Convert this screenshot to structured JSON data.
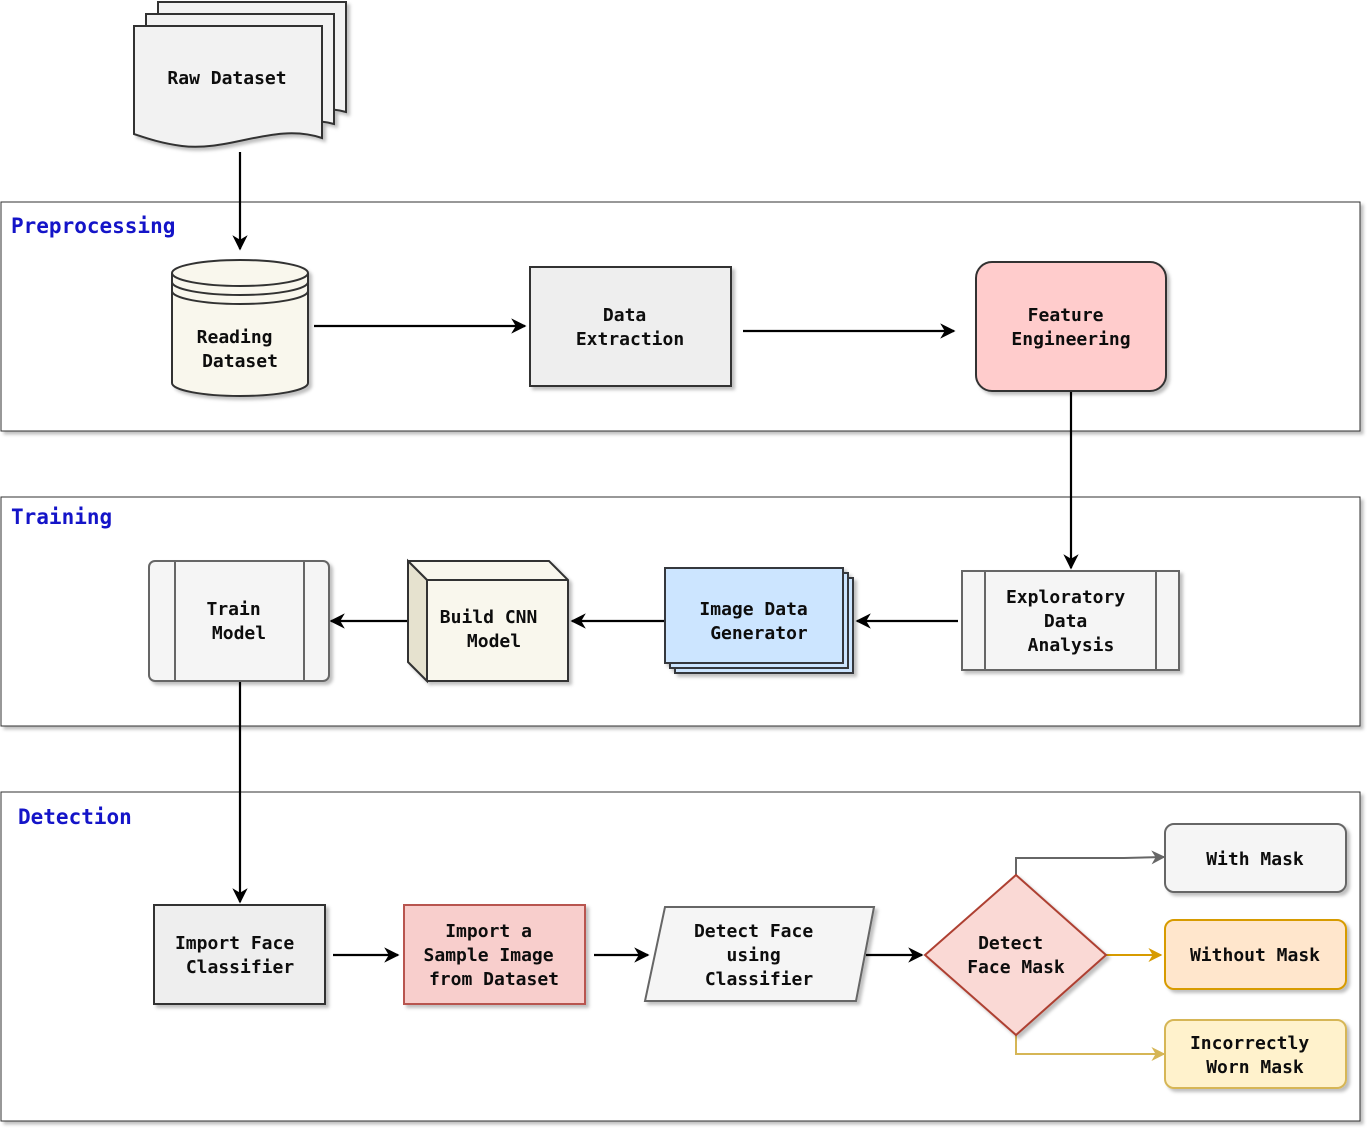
{
  "sections": {
    "preprocessing": "Preprocessing",
    "training": "Training",
    "detection": "Detection"
  },
  "nodes": {
    "raw_dataset": [
      "Raw Dataset"
    ],
    "reading_dataset": [
      "Reading",
      "Dataset"
    ],
    "data_extraction": [
      "Data",
      "Extraction"
    ],
    "feature_engineering": [
      "Feature",
      "Engineering"
    ],
    "exploratory_data_analysis": [
      "Exploratory",
      "Data",
      "Analysis"
    ],
    "image_data_generator": [
      "Image Data",
      "Generator"
    ],
    "build_cnn_model": [
      "Build CNN",
      "Model"
    ],
    "train_model": [
      "Train",
      "Model"
    ],
    "import_face_classifier": [
      "Import Face",
      "Classifier"
    ],
    "import_sample_image": [
      "Import a",
      "Sample Image",
      "from Dataset"
    ],
    "detect_face_using_classifier": [
      "Detect Face",
      "using",
      "Classifier"
    ],
    "detect_face_mask": [
      "Detect",
      "Face Mask"
    ],
    "with_mask": [
      "With Mask"
    ],
    "without_mask": [
      "Without Mask"
    ],
    "incorrectly_worn_mask": [
      "Incorrectly",
      "Worn Mask"
    ]
  },
  "colors": {
    "section_title": "#1414c8",
    "feature_engineering_fill": "#ffcccc",
    "image_data_generator_fill": "#cce5ff",
    "import_sample_fill": "#f8cecc",
    "detect_face_mask_fill": "#fad9d5",
    "without_mask_fill": "#ffe6cc",
    "incorrectly_worn_fill": "#fff2cc",
    "without_mask_edge": "#d79b00",
    "incorrectly_worn_edge": "#d6b656"
  }
}
